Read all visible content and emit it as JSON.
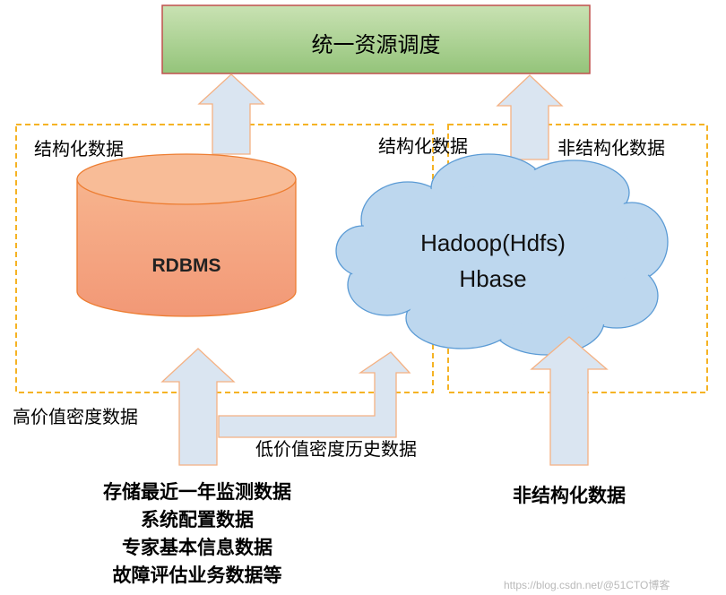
{
  "top_box": {
    "label": "统一资源调度"
  },
  "left_region": {
    "label": "结构化数据"
  },
  "middle_region": {
    "label": "结构化数据"
  },
  "right_region": {
    "label": "非结构化数据"
  },
  "rdbms": {
    "label": "RDBMS"
  },
  "hadoop_cloud": {
    "line1": "Hadoop(Hdfs)",
    "line2": "Hbase"
  },
  "labels": {
    "high_value": "高价值密度数据",
    "low_value": "低价值密度历史数据"
  },
  "left_source": {
    "lines": [
      "存储最近一年监测数据",
      "系统配置数据",
      "专家基本信息数据",
      "故障评估业务数据等"
    ]
  },
  "right_source": {
    "label": "非结构化数据"
  },
  "watermark": {
    "text": "https://blog.csdn.net/@51CTO博客"
  },
  "colors": {
    "top_box_fill": "#a9d18e",
    "top_box_border": "#c0504d",
    "dashed_border": "#f5b324",
    "arrow_fill": "#dae5f1",
    "arrow_border": "#f4b183",
    "cylinder_fill": "#f4a582",
    "cylinder_border": "#ed7d31",
    "cloud_fill": "#bdd7ee",
    "cloud_border": "#5b9bd5"
  }
}
